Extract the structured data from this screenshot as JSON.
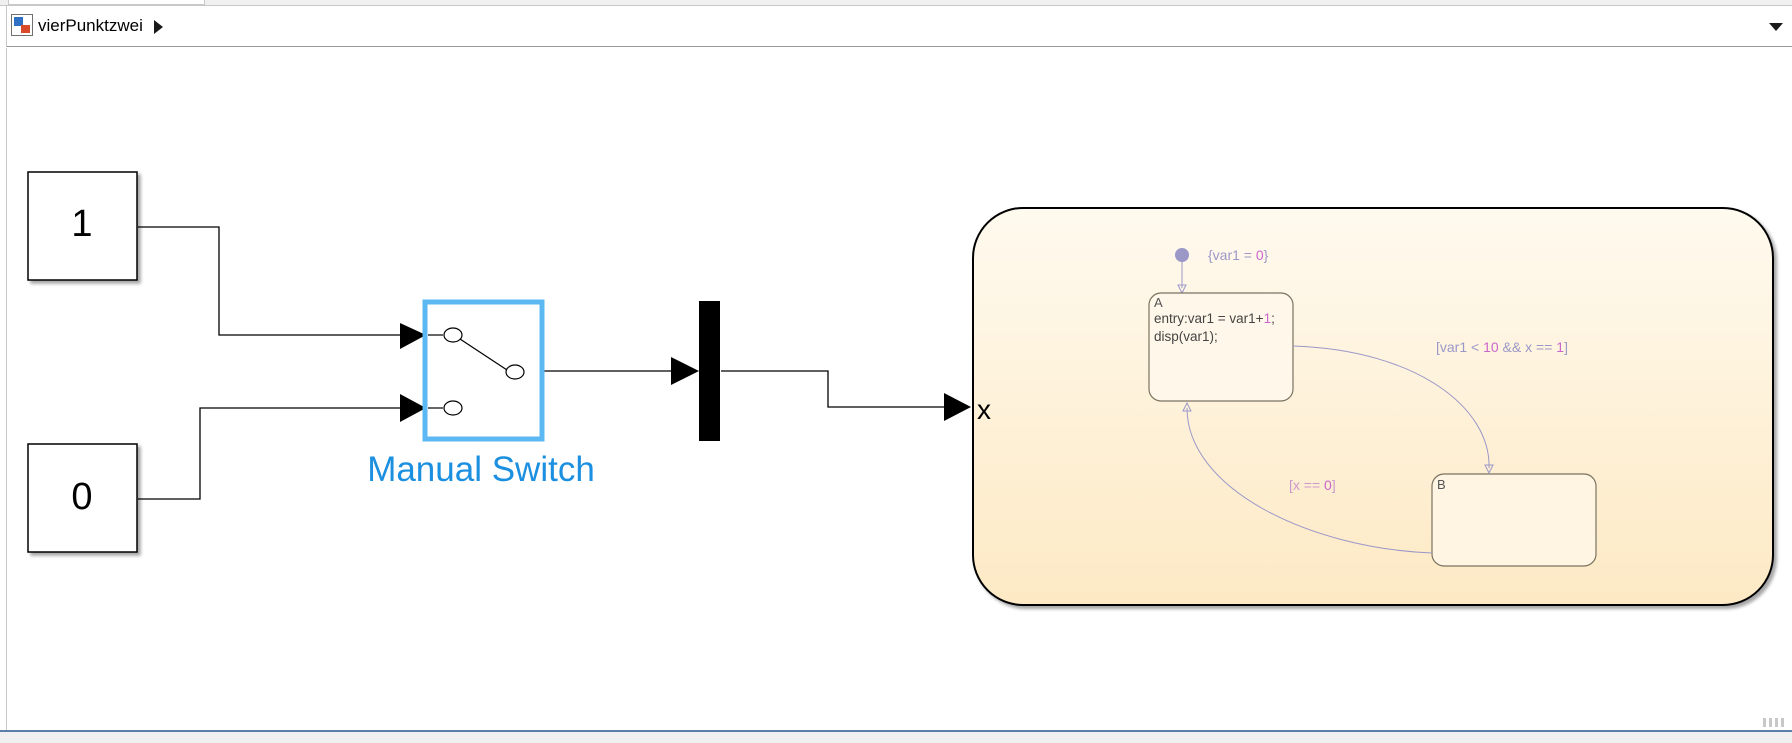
{
  "breadcrumb": {
    "model_name": "vierPunktzwei"
  },
  "blocks": {
    "const_one": {
      "value": "1"
    },
    "const_zero": {
      "value": "0"
    },
    "manual_switch": {
      "label": "Manual Switch"
    },
    "chart": {
      "input_port": "x",
      "default_transition_action": [
        "{var1 = ",
        "0",
        "}"
      ],
      "state_a": {
        "name": "A",
        "line1": [
          "entry:var1 = var1+",
          "1",
          ";"
        ],
        "line2": "disp(var1);"
      },
      "state_b": {
        "name": "B"
      },
      "transition_a_to_b": [
        "[var1 < ",
        "10",
        " && x == ",
        "1",
        "]"
      ],
      "transition_b_to_a": [
        "[x == ",
        "0",
        "]"
      ]
    }
  },
  "colors": {
    "selection_blue": "#5cb8f2",
    "label_blue": "#1b8fe0",
    "chart_fill_top": "#fffaef",
    "chart_fill_bottom": "#fde9c4",
    "transition_text": "#9b98c8",
    "number_literal": "#cc66cc",
    "state_border": "#7a7260"
  }
}
